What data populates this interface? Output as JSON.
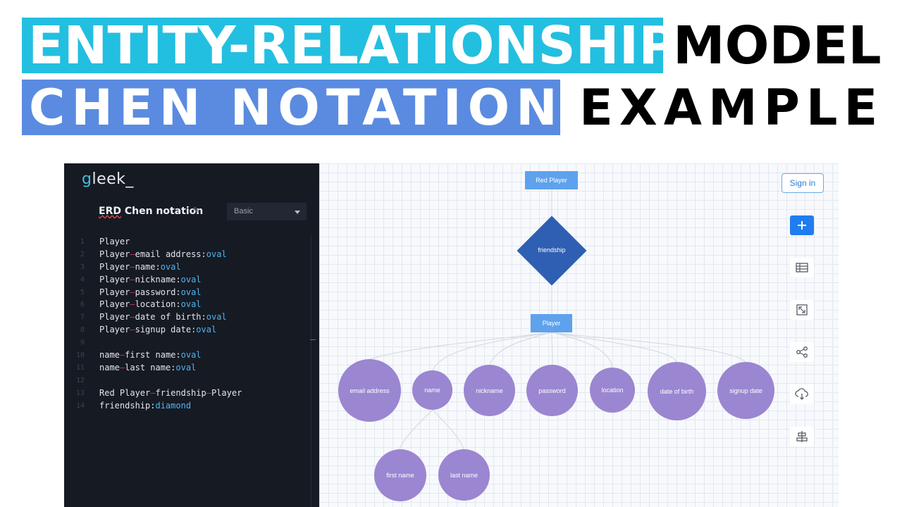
{
  "banner": {
    "line1_highlight": "ENTITY-RELATIONSHIP",
    "line1_plain": "MODEL",
    "line2_highlight": "CHEN NOTATION",
    "line2_plain": "EXAMPLE"
  },
  "colors": {
    "highlight1": "#23bfe0",
    "highlight2": "#5a8be0",
    "editor_bg": "#161a23",
    "keyword": "#4fb3f0",
    "entity": "#5ea2ee",
    "relationship": "#2f5fb3",
    "attribute": "#9b86d1",
    "accent": "#1f7df0"
  },
  "app": {
    "logo_first": "g",
    "logo_rest": "leek_",
    "doc_title_a": "ERD",
    "doc_title_b": " Chen notation",
    "plan": "Basic",
    "sign_in": "Sign in"
  },
  "code": [
    {
      "n": "1",
      "parts": [
        "Player"
      ]
    },
    {
      "n": "2",
      "parts": [
        "Player",
        "—",
        "email address:",
        "oval"
      ]
    },
    {
      "n": "3",
      "parts": [
        "Player",
        "—",
        "name:",
        "oval"
      ]
    },
    {
      "n": "4",
      "parts": [
        "Player",
        "—",
        "nickname:",
        "oval"
      ]
    },
    {
      "n": "5",
      "parts": [
        "Player",
        "—",
        "password:",
        "oval"
      ]
    },
    {
      "n": "6",
      "parts": [
        "Player",
        "—",
        "location:",
        "oval"
      ]
    },
    {
      "n": "7",
      "parts": [
        "Player",
        "—",
        "date of birth:",
        "oval"
      ]
    },
    {
      "n": "8",
      "parts": [
        "Player",
        "—",
        "signup date:",
        "oval"
      ]
    },
    {
      "n": "9",
      "parts": []
    },
    {
      "n": "10",
      "parts": [
        "name",
        "—",
        "first name:",
        "oval"
      ]
    },
    {
      "n": "11",
      "parts": [
        "name",
        "—",
        "last name:",
        "oval"
      ]
    },
    {
      "n": "12",
      "parts": []
    },
    {
      "n": "13",
      "parts": [
        "Red Player",
        "—",
        "friendship",
        "—",
        "Player"
      ]
    },
    {
      "n": "14",
      "parts": [
        "friendship:",
        "diamond"
      ]
    }
  ],
  "diagram": {
    "entity_top": "Red Player",
    "relationship": "friendship",
    "entity_main": "Player",
    "attributes": [
      "email address",
      "name",
      "nickname",
      "password",
      "location",
      "date of birth",
      "signup date"
    ],
    "sub_attributes": [
      "first name",
      "last name"
    ]
  },
  "toolbar": [
    {
      "name": "add-node-button",
      "icon": "plus-icon"
    },
    {
      "name": "table-view-button",
      "icon": "table-icon"
    },
    {
      "name": "fit-screen-button",
      "icon": "expand-icon"
    },
    {
      "name": "share-button",
      "icon": "share-icon"
    },
    {
      "name": "download-button",
      "icon": "cloud-download-icon"
    },
    {
      "name": "align-button",
      "icon": "align-center-icon"
    }
  ]
}
